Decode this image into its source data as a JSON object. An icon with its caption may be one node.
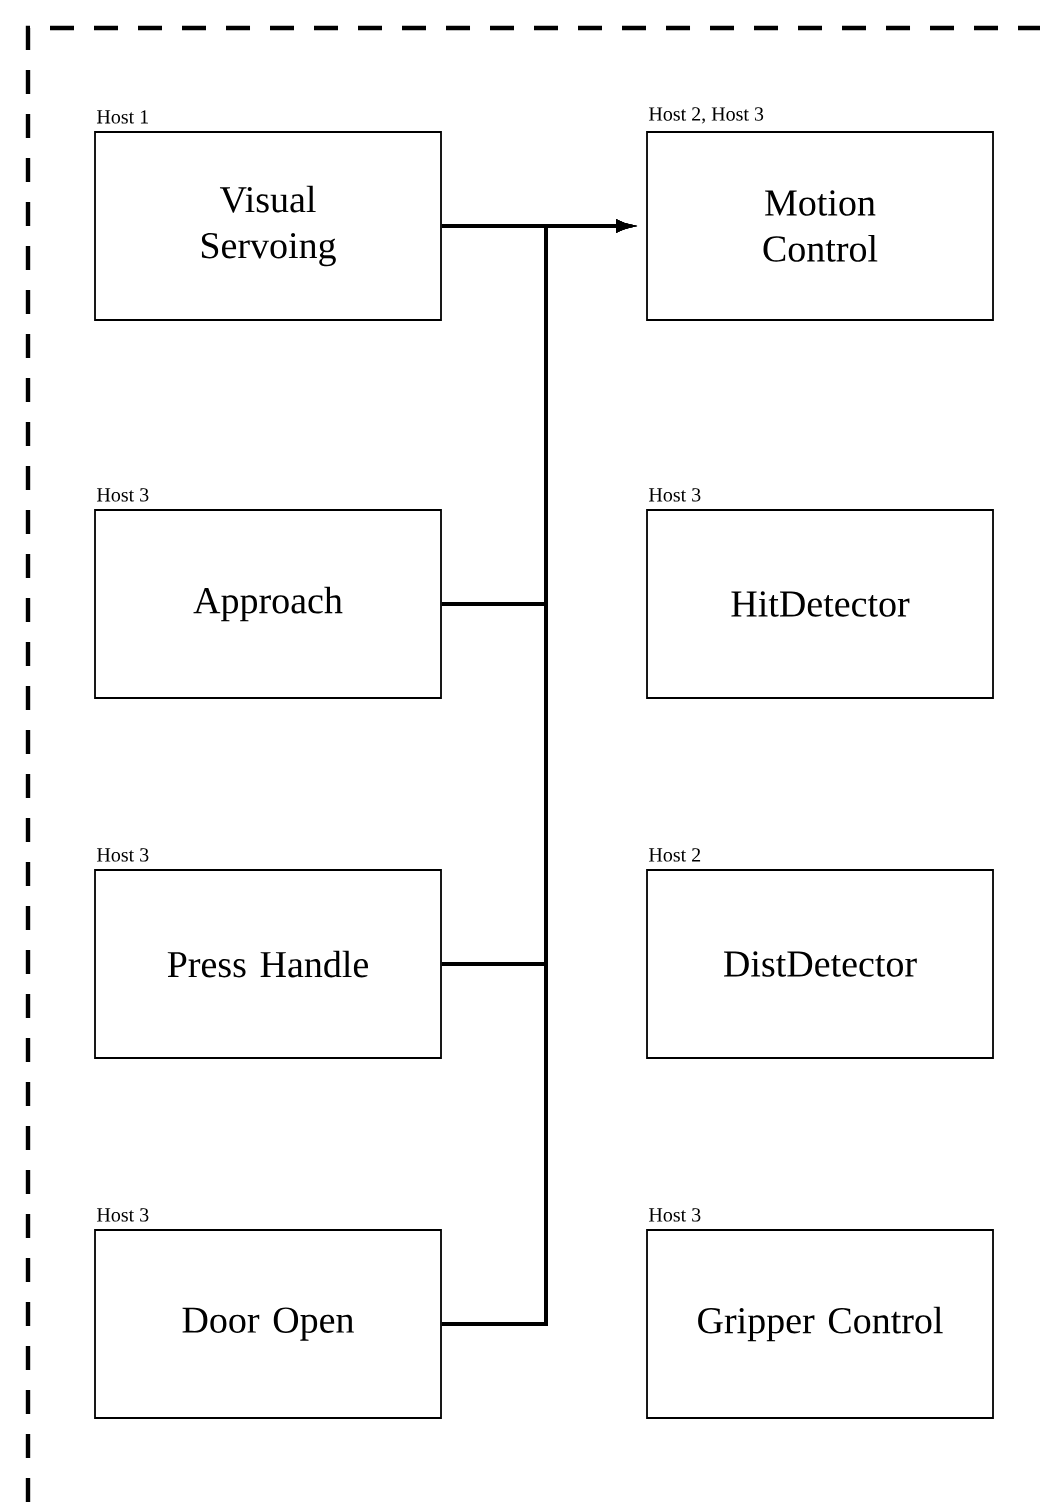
{
  "diagram": {
    "nodes": [
      {
        "text": [
          "Visual Servoing"
        ],
        "beside": [
          "Host 1"
        ]
      },
      {
        "text": [
          "Motion Control"
        ],
        "beside": [
          "Host 2, Host 3"
        ]
      },
      {
        "text": [
          "Approach"
        ],
        "beside": [
          "Host 3"
        ]
      },
      {
        "text": [
          "HitDetector"
        ],
        "beside": [
          "Host 3"
        ]
      },
      {
        "text": [
          "Press Handle"
        ],
        "beside": [
          "Host 3"
        ]
      },
      {
        "text": [
          "DistDetector"
        ],
        "beside": [
          "Host 2"
        ]
      },
      {
        "text": [
          "Door Open"
        ],
        "beside": [
          "Host 3"
        ]
      },
      {
        "text": [
          "Gripper Control"
        ],
        "beside": [
          "Host 3"
        ]
      }
    ],
    "edges": [
      {
        "from": 0,
        "to": 1,
        "arrow": "to"
      },
      {
        "from": 2,
        "to": 1,
        "arrow": "to"
      },
      {
        "from": 4,
        "to": 1,
        "arrow": "to"
      },
      {
        "from": 6,
        "to": 1,
        "arrow": "to"
      }
    ]
  }
}
